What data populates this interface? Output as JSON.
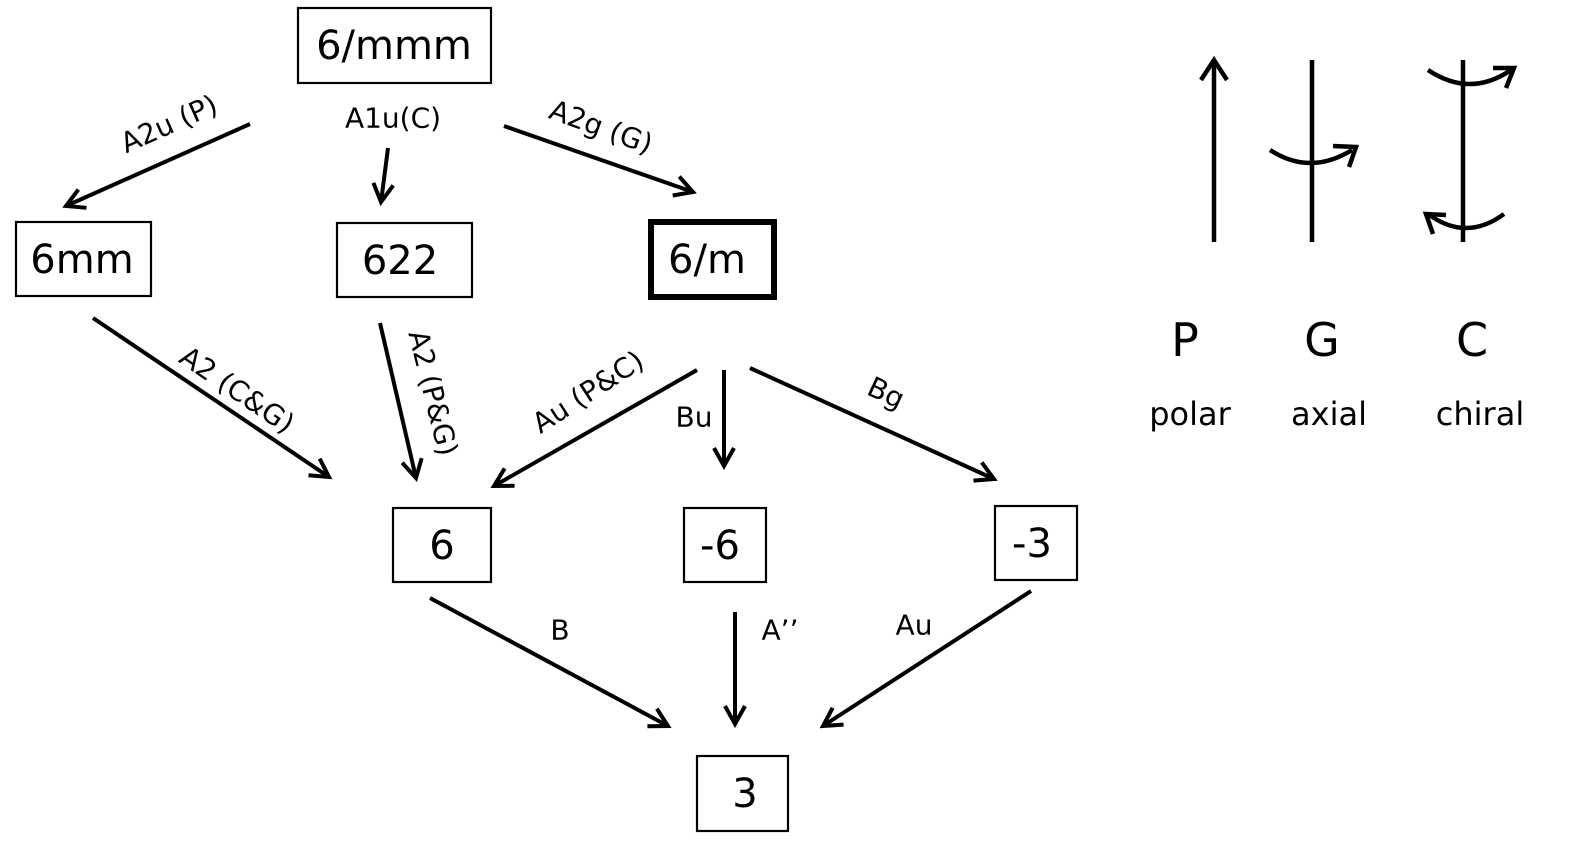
{
  "nodes": {
    "n6mmm": "6/mmm",
    "n6mm": "6mm",
    "n622": "622",
    "n6overm": "6/m",
    "n6": "6",
    "nm6": "-6",
    "nm3": "-3",
    "n3": "3"
  },
  "edges": {
    "e_6mmm_6mm": "A2u (P)",
    "e_6mmm_622": "A1u(C)",
    "e_6mmm_6m": "A2g (G)",
    "e_6mm_6": "A2 (C&G)",
    "e_622_6": "A2 (P&G)",
    "e_6m_6": "Au (P&C)",
    "e_6m_m6": "Bu",
    "e_6m_m3": "Bg",
    "e_6_3": "B",
    "e_m6_3": "A’’",
    "e_m3_3": "Au"
  },
  "legend": [
    {
      "symbol": "P",
      "name": "polar",
      "icon": "polar-arrow-icon"
    },
    {
      "symbol": "G",
      "name": "axial",
      "icon": "axial-rotation-icon"
    },
    {
      "symbol": "C",
      "name": "chiral",
      "icon": "chiral-counter-rotation-icon"
    }
  ],
  "colors": {
    "ink": "#000000",
    "background": "#ffffff"
  }
}
